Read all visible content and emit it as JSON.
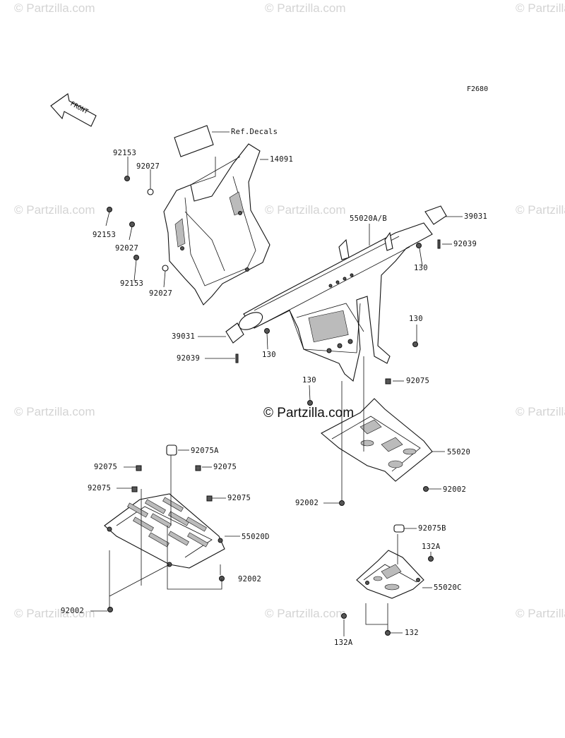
{
  "figure_code": "F2680",
  "front_label": "FRONT",
  "center_watermark": "© Partzilla.com",
  "watermarks": [
    "© Partzilla.com",
    "© Partzilla.com",
    "© Partzilla.com",
    "© Partzilla.com",
    "© Partzilla.com",
    "© Partzilla.com",
    "© Partzilla.com",
    "© Partzilla.com",
    "© Partzilla.com",
    "© Partzilla.com",
    "© Partzilla.com",
    "© Partzilla.com"
  ],
  "callouts": {
    "ref_decals": "Ref.Decals",
    "p14091": "14091",
    "p92153_a": "92153",
    "p92027_a": "92027",
    "p92153_b": "92153",
    "p92027_b": "92027",
    "p92153_c": "92153",
    "p92027_c": "92027",
    "p55020ab": "55020A/B",
    "p39031_r": "39031",
    "p92039_r": "92039",
    "p130_a": "130",
    "p39031_l": "39031",
    "p130_b": "130",
    "p92039_l": "92039",
    "p130_c": "130",
    "p130_d": "130",
    "p92075_a": "92075",
    "p92075A": "92075A",
    "p92075_b": "92075",
    "p92075_c": "92075",
    "p92075_d": "92075",
    "p92075_e": "92075",
    "p55020": "55020",
    "p92002_a": "92002",
    "p92002_b": "92002",
    "p55020D": "55020D",
    "p92002_c": "92002",
    "p92002_d": "92002",
    "p92075B": "92075B",
    "p132A_a": "132A",
    "p55020C": "55020C",
    "p132A_b": "132A",
    "p132": "132"
  }
}
